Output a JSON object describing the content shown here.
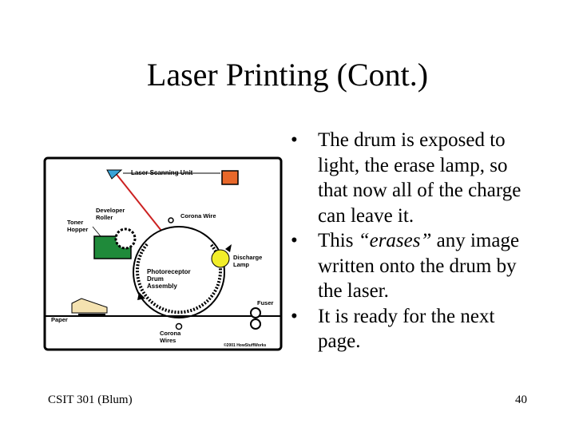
{
  "slide": {
    "title": "Laser Printing (Cont.)",
    "bullets": [
      {
        "pre": "The drum is exposed to light, the erase lamp, so that now all of the charge can leave it.",
        "em": "",
        "post": ""
      },
      {
        "pre": "This ",
        "em": "“erases”",
        "post": " any image written onto the drum by the laser."
      },
      {
        "pre": "It is ready for the next page.",
        "em": "",
        "post": ""
      }
    ],
    "bullet_glyph": "•",
    "footer_left": "CSIT 301 (Blum)",
    "page_number": "40"
  },
  "diagram": {
    "labels": {
      "laser_scanning_unit": "Laser Scanning Unit",
      "developer": "Developer",
      "roller": "Roller",
      "toner": "Toner",
      "hopper": "Hopper",
      "corona_wire": "Corona Wire",
      "discharge": "Discharge",
      "lamp": "Lamp",
      "photoreceptor": "Photoreceptor",
      "drum": "Drum",
      "assembly": "Assembly",
      "fuser": "Fuser",
      "paper": "Paper",
      "corona": "Corona",
      "wires": "Wires",
      "copyright": "©2001 HowStuffWorks"
    },
    "colors": {
      "frame": "#000000",
      "laser_beam": "#cc2222",
      "scanner": "#e8682a",
      "toner_hopper": "#1f8a3a",
      "discharge_lamp": "#f2ee2a",
      "prism": "#3aa3d8",
      "paper_tray": "#f4e2b0"
    }
  }
}
